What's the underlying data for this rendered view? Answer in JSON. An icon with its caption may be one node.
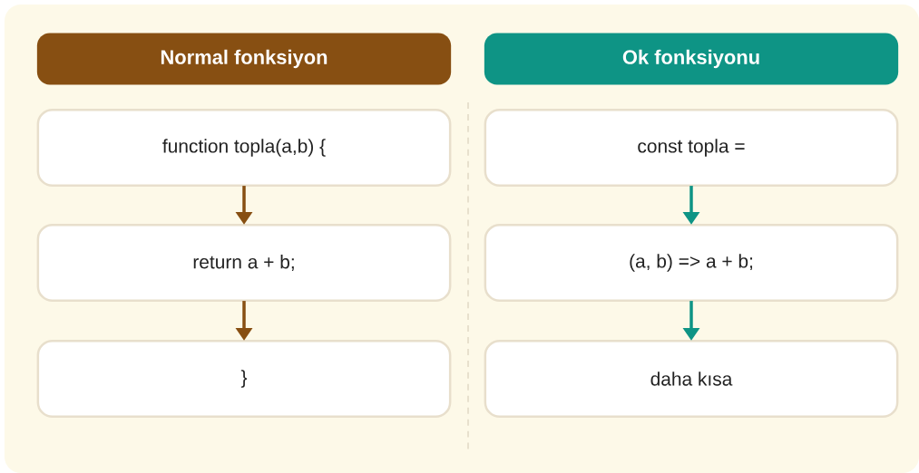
{
  "diagram": {
    "nodes": [
      {
        "text": [
          "Normal fonksiyon"
        ]
      },
      {
        "text": [
          "Ok fonksiyonu"
        ]
      },
      {
        "text": [
          "function topla(a,b) {"
        ]
      },
      {
        "text": [
          "const topla ="
        ]
      },
      {
        "text": [
          "return a + b;"
        ]
      },
      {
        "text": [
          "(a, b) => a + b;"
        ]
      },
      {
        "text": [
          "}"
        ]
      },
      {
        "text": [
          "daha kısa"
        ]
      }
    ],
    "edges": [
      {
        "from": 2,
        "to": 4,
        "arrow": "to",
        "color": "#874f12"
      },
      {
        "from": 4,
        "to": 6,
        "arrow": "to",
        "color": "#874f12"
      },
      {
        "from": 3,
        "to": 5,
        "arrow": "to",
        "color": "#0e9485"
      },
      {
        "from": 5,
        "to": 7,
        "arrow": "to",
        "color": "#0e9485"
      }
    ]
  }
}
